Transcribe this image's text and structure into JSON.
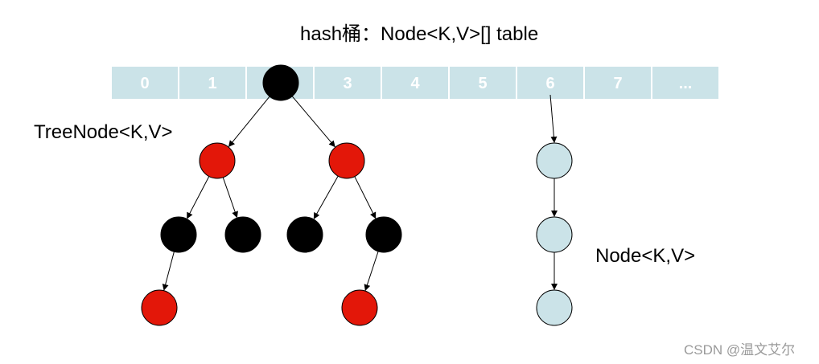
{
  "title": "hash桶：Node<K,V>[] table",
  "table": {
    "cells": [
      "0",
      "1",
      "",
      "3",
      "4",
      "5",
      "6",
      "7",
      "..."
    ],
    "cell_color": "#cbe3e8"
  },
  "tree_label": "TreeNode<K,V>",
  "list_label": "Node<K,V>",
  "watermark": "CSDN @温文艾尔",
  "colors": {
    "black_node": "#000000",
    "red_node": "#e31709",
    "list_node": "#cbe3e8"
  },
  "tree_nodes": [
    {
      "id": "root",
      "color": "black"
    },
    {
      "id": "l",
      "color": "red"
    },
    {
      "id": "r",
      "color": "red"
    },
    {
      "id": "ll",
      "color": "black"
    },
    {
      "id": "lr",
      "color": "black"
    },
    {
      "id": "rl",
      "color": "black"
    },
    {
      "id": "rr",
      "color": "black"
    },
    {
      "id": "lll",
      "color": "red"
    },
    {
      "id": "rrl",
      "color": "red"
    }
  ],
  "tree_edges": [
    [
      "root",
      "l"
    ],
    [
      "root",
      "r"
    ],
    [
      "l",
      "ll"
    ],
    [
      "l",
      "lr"
    ],
    [
      "r",
      "rl"
    ],
    [
      "r",
      "rr"
    ],
    [
      "ll",
      "lll"
    ],
    [
      "rr",
      "rrl"
    ]
  ],
  "list_nodes": [
    {
      "id": "n1"
    },
    {
      "id": "n2"
    },
    {
      "id": "n3"
    }
  ]
}
